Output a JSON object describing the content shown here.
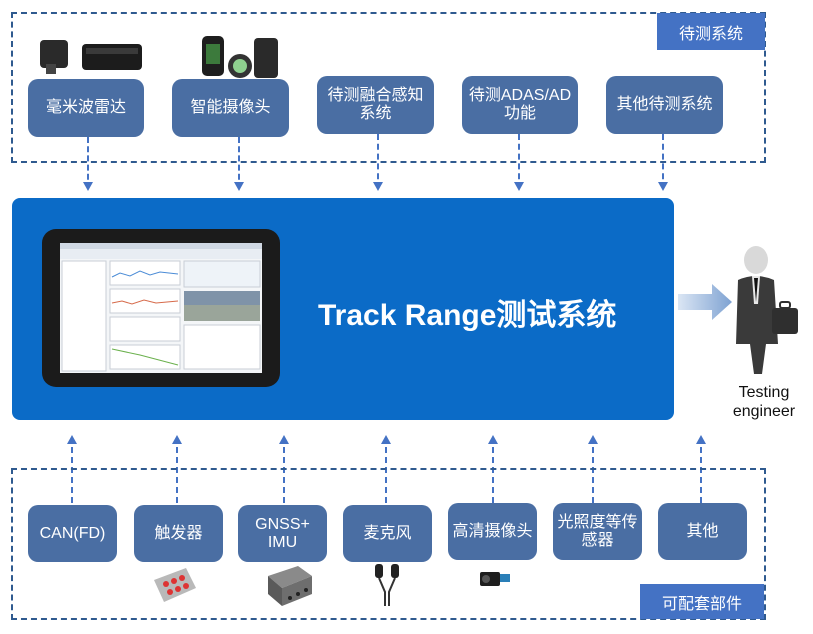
{
  "top_group": {
    "tag": "待测系统",
    "nodes": [
      "毫米波雷达",
      "智能摄像头",
      "待测融合感知系统",
      "待测ADAS/AD功能",
      "其他待测系统"
    ]
  },
  "main": {
    "title": "Track Range测试系统"
  },
  "engineer": {
    "label": "Testing engineer"
  },
  "bottom_group": {
    "tag": "可配套部件",
    "nodes": [
      "CAN(FD)",
      "触发器",
      "GNSS+ IMU",
      "麦克风",
      "高清摄像头",
      "光照度等传感器",
      "其他"
    ]
  },
  "colors": {
    "node": "#4a6ea3",
    "tag": "#4472c4",
    "panel": "#0b6bc7",
    "dashed": "#2f5a8f"
  }
}
